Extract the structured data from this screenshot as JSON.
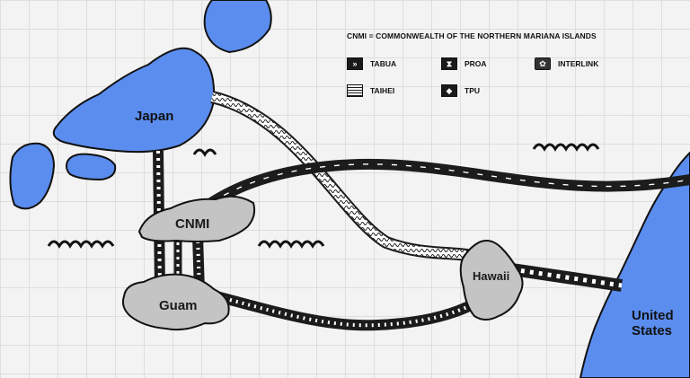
{
  "legend": {
    "note_abbr": "CNMI",
    "note_text": " = COMMONWEALTH OF THE NORTHERN MARIANA ISLANDS",
    "items": [
      {
        "key": "tabua",
        "label": "TABUA",
        "icon": "chevrons-icon"
      },
      {
        "key": "proa",
        "label": "PROA",
        "icon": "hourglass-icon"
      },
      {
        "key": "interlink",
        "label": "INTERLINK",
        "icon": "flower-icon"
      },
      {
        "key": "taihei",
        "label": "TAIHEI",
        "icon": "waves-icon"
      },
      {
        "key": "tpu",
        "label": "TPU",
        "icon": "arrows-icon"
      }
    ]
  },
  "places": {
    "japan": "Japan",
    "cnmi": "CNMI",
    "guam": "Guam",
    "hawaii": "Hawaii",
    "us_line1": "United",
    "us_line2": "States"
  },
  "colors": {
    "land": "#5b8def",
    "island": "#c4c4c4",
    "cable": "#1c1c1c",
    "grid": "#dedede",
    "background": "#f3f3f3"
  }
}
